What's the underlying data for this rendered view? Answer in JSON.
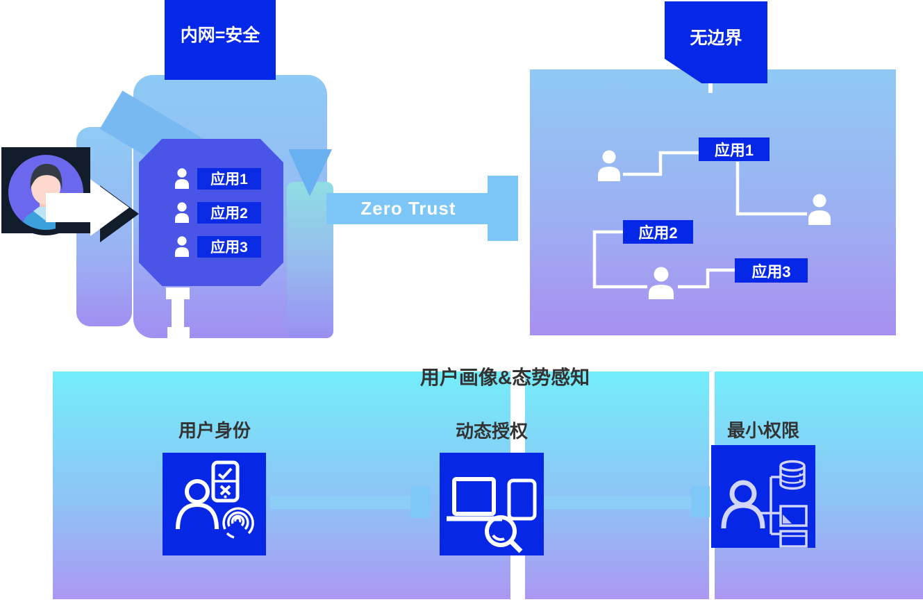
{
  "legacy": {
    "label": "内网=安全",
    "apps": [
      "应用1",
      "应用2",
      "应用3"
    ]
  },
  "transition": {
    "label": "Zero Trust"
  },
  "borderless": {
    "label": "无边界",
    "apps": [
      "应用1",
      "应用2",
      "应用3"
    ]
  },
  "platform": {
    "title": "用户画像&态势感知",
    "sections": [
      {
        "label": "用户身份",
        "icon": "user-identity-fingerprint-icon"
      },
      {
        "label": "动态授权",
        "icon": "devices-magnifier-icon"
      },
      {
        "label": "最小权限",
        "icon": "user-resource-tree-icon"
      }
    ]
  },
  "colors": {
    "accent_blue": "#0527e8",
    "indigo_panel": "#4a55e8",
    "badge_blue": "#0a2ae3",
    "arrow_blue": "#7cc7f7",
    "cloud_gradient_top": "#8ecaf4",
    "cloud_gradient_bottom": "#a18ff2",
    "teal_gradient_top": "#8fdee3",
    "panel_gradient_top": "#90c9f4",
    "panel_gradient_bottom": "#a88ff0",
    "bottom_gradient_top": "#73edfa",
    "bottom_gradient_bottom": "#ab97f2",
    "label_text": "#333333",
    "avatar_frame": "#121d2b",
    "avatar_circle": "#6b68ee"
  }
}
